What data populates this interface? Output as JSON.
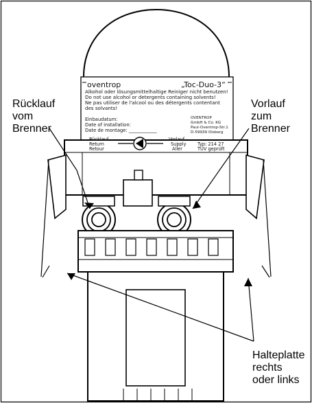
{
  "callouts": {
    "left_top": [
      "Rücklauf",
      "vom",
      "Brenner"
    ],
    "right_top": [
      "Vorlauf",
      "zum",
      "Brenner"
    ],
    "bottom_right": [
      "Halteplatte",
      "rechts",
      "oder links"
    ]
  },
  "nameplate": {
    "brand": "oventrop",
    "model": "„Toc-Duo-3“",
    "warnings": [
      "Alkohol oder lösungsmittelhaltige Reiniger nicht benutzen!",
      "Do not use alcohol or detergents containing solvents!",
      "Ne pas utiliser de l'alcool ou des détergents contentant",
      "des solvants!"
    ],
    "install_labels": [
      "Einbaudatum:",
      "Date of installation:",
      "Date de montage: ____________"
    ],
    "company_lines": [
      "OVENTROP",
      "GmbH & Co. KG",
      "Paul-Oventrop-Str.1",
      "D-59939 Olsberg"
    ],
    "return_lines": [
      "Rücklauf",
      "Return",
      "Retour"
    ],
    "supply_lines": [
      "Vorlauf",
      "Supply",
      "Aller"
    ],
    "type_line": "Typ:  214 27",
    "approval_line": "TÜV geprüft"
  },
  "colors": {
    "line": "#000000",
    "background": "#ffffff",
    "plate": "#ffffff"
  }
}
